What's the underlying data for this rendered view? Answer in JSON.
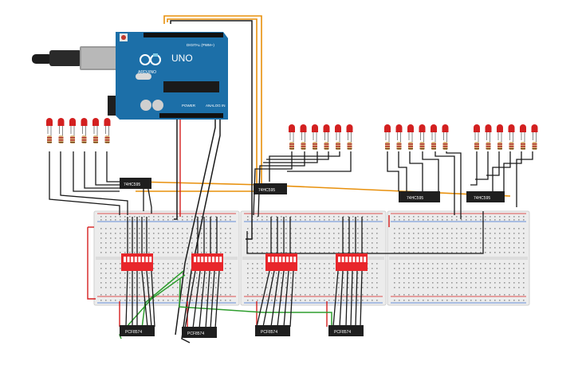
{
  "arduino": {
    "board_model": "UNO",
    "brand": "ARDUINO",
    "digital_header_label": "DIGITAL (PWM~)",
    "power_label": "POWER",
    "analog_label": "ANALOG IN"
  },
  "shift_registers": [
    {
      "label": "74HC595"
    },
    {
      "label": "74HC595"
    },
    {
      "label": "74HC595"
    },
    {
      "label": "74HC595"
    }
  ],
  "input_chips": [
    {
      "label": "PCF8574"
    },
    {
      "label": "PCF8574"
    },
    {
      "label": "PCF8574"
    },
    {
      "label": "PCF8574"
    }
  ],
  "led_groups": [
    {
      "count": 6
    },
    {
      "count": 6
    },
    {
      "count": 6
    },
    {
      "count": 6
    }
  ],
  "dip_switches": [
    {
      "positions": 8
    },
    {
      "positions": 8
    },
    {
      "positions": 8
    },
    {
      "positions": 8
    }
  ],
  "colors": {
    "board_blue": "#1c6fa8",
    "led_red": "#d32020",
    "dip_red": "#e8262b",
    "wire_black": "#1a1a1a",
    "wire_orange": "#e8900c",
    "wire_green": "#2e9e2e",
    "wire_red": "#d61f1f",
    "breadboard": "#ececec"
  }
}
